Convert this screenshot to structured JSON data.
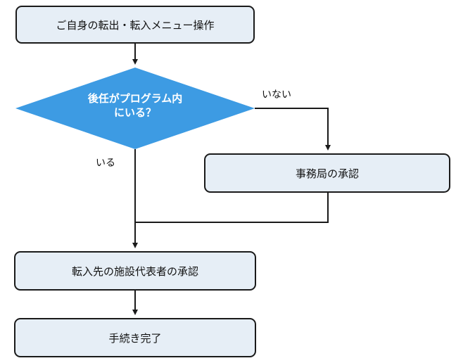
{
  "flowchart": {
    "step1": "ご自身の転出・転入メニュー操作",
    "decision": {
      "line1": "後任がプログラム内",
      "line2": "にいる？"
    },
    "no_label": "いない",
    "yes_label": "いる",
    "step_office": "事務局の承認",
    "step_rep": "転入先の施設代表者の承認",
    "step_done": "手続き完了"
  },
  "colors": {
    "box_fill": "#e6eef6",
    "decision_fill": "#3d9be3",
    "line": "#1a1a1a"
  }
}
